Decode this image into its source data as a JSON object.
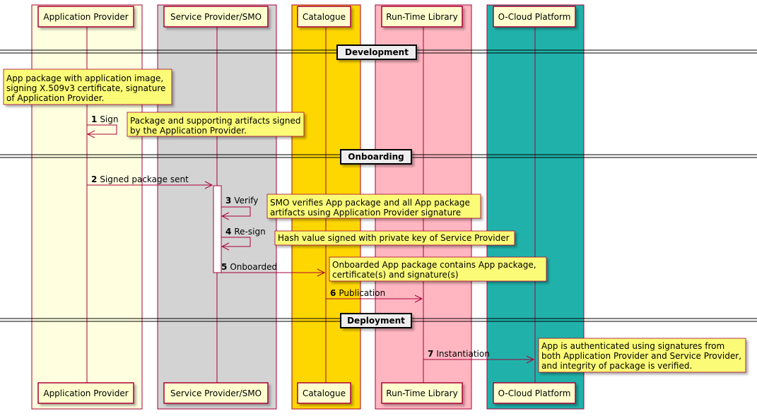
{
  "participants": [
    {
      "name": "Application Provider",
      "color": "#FFFFE0"
    },
    {
      "name": "Service Provider/SMO",
      "color": "#D3D3D3"
    },
    {
      "name": "Catalogue",
      "color": "#FFD700"
    },
    {
      "name": "Run-Time Library",
      "color": "#FFB6C1"
    },
    {
      "name": "O-Cloud Platform",
      "color": "#20B2AA"
    }
  ],
  "dividers": [
    "Development",
    "Onboarding",
    "Deployment"
  ],
  "messages": [
    {
      "num": "1",
      "label": "Sign"
    },
    {
      "num": "2",
      "label": "Signed package sent"
    },
    {
      "num": "3",
      "label": "Verify"
    },
    {
      "num": "4",
      "label": "Re-sign"
    },
    {
      "num": "5",
      "label": "Onboarded"
    },
    {
      "num": "6",
      "label": "Publication"
    },
    {
      "num": "7",
      "label": "Instantiation"
    }
  ],
  "notes": [
    {
      "lines": [
        "App package with application image,",
        "signing X.509v3 certificate, signature",
        "of Application Provider."
      ]
    },
    {
      "lines": [
        "Package and supporting artifacts signed",
        "by the Application Provider."
      ]
    },
    {
      "lines": [
        "SMO verifies App package and all App package",
        "artifacts using Application Provider signature"
      ]
    },
    {
      "lines": [
        "Hash value signed with private key of Service Provider"
      ]
    },
    {
      "lines": [
        "Onboarded App package contains App package,",
        "certificate(s) and signature(s)"
      ]
    },
    {
      "lines": [
        "App is authenticated using signatures from",
        "both Application Provider and Service Provider,",
        "and integrity of package is verified."
      ]
    }
  ],
  "colors": {
    "line": "#A80036",
    "participant_fill": "#FEFECE",
    "note_fill": "#FBFB77",
    "divider_fill": "#EEEEEE"
  }
}
